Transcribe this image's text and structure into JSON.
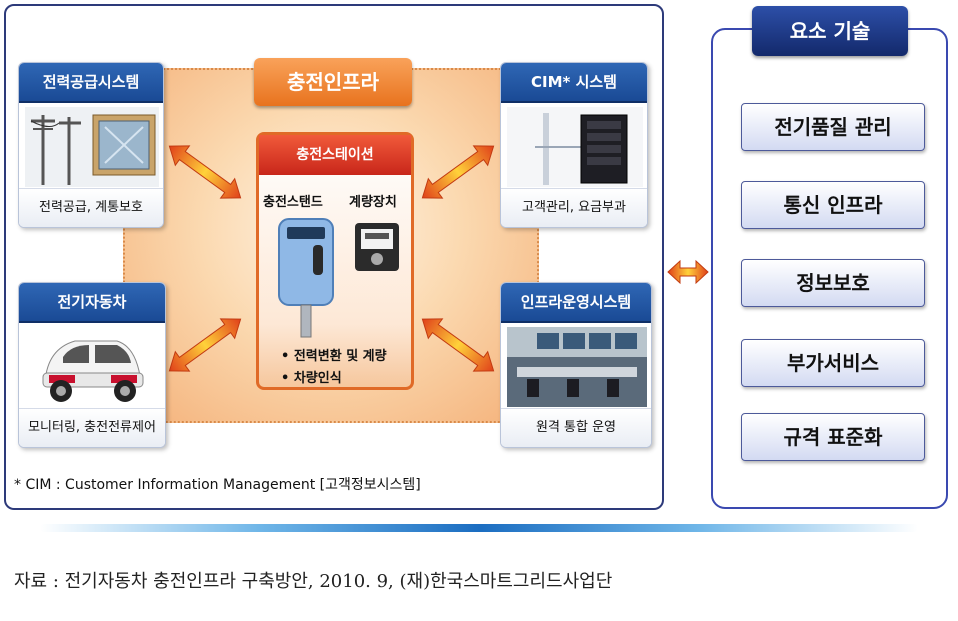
{
  "infra": {
    "title": "충전인프라"
  },
  "cards": {
    "power": {
      "title": "전력공급시스템",
      "caption": "전력공급, 계통보호"
    },
    "cim": {
      "title": "CIM* 시스템",
      "caption": "고객관리, 요금부과"
    },
    "ev": {
      "title": "전기자동차",
      "caption": "모니터링, 충전전류제어"
    },
    "ops": {
      "title": "인프라운영시스템",
      "caption": "원격 통합 운영"
    }
  },
  "station": {
    "title": "충전스테이션",
    "stand_label": "충전스탠드",
    "meter_label": "계량장치",
    "bullets": [
      "• 전력변환 및 계량",
      "• 차량인식"
    ]
  },
  "note": "* CIM : Customer Information Management [고객정보시스템]",
  "elements": {
    "title": "요소 기술",
    "items": [
      "전기품질 관리",
      "통신 인프라",
      "정보보호",
      "부가서비스",
      "규격 표준화"
    ]
  },
  "source": "자료 : 전기자동차 충전인프라 구축방안, 2010. 9, (재)한국스마트그리드사업단",
  "colors": {
    "accent_blue": "#1a4a95",
    "accent_orange": "#e8731e",
    "station_red": "#c8261a"
  }
}
